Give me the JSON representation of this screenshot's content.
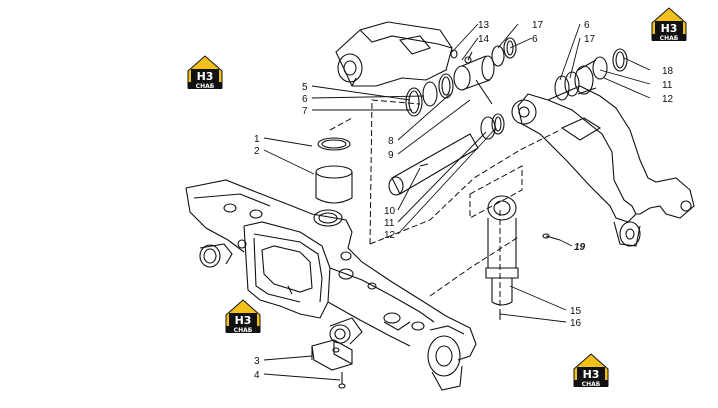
{
  "diagram": {
    "colors": {
      "line": "#111111",
      "logo_yellow": "#f2c21b",
      "logo_dark": "#111111",
      "logo_text": "#ffffff"
    },
    "logo": {
      "mark": "H3",
      "caption": "CHAБ"
    },
    "callouts": {
      "c1": "1",
      "c2": "2",
      "c3": "3",
      "c4": "4",
      "c5": "5",
      "c6a": "6",
      "c7": "7",
      "c8": "8",
      "c9": "9",
      "c10": "10",
      "c11a": "11",
      "c12a": "12",
      "c13": "13",
      "c14": "14",
      "c17a": "17",
      "c6b": "6",
      "c6c": "6",
      "c17b": "17",
      "c18": "18",
      "c11b": "11",
      "c12b": "12",
      "c19": "19",
      "c15": "15",
      "c16": "16"
    }
  }
}
